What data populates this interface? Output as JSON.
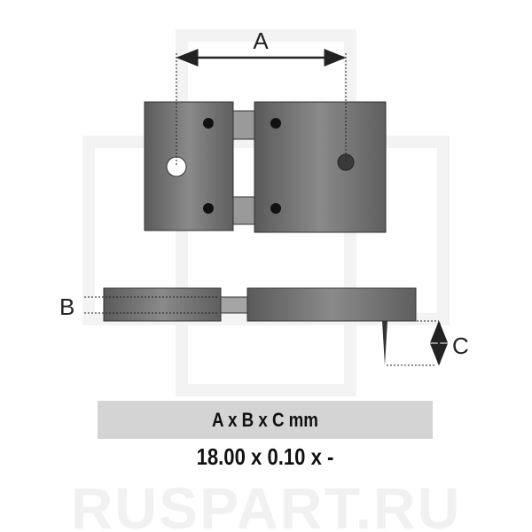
{
  "watermark": "RUSPART.RU",
  "labels": {
    "a": "A",
    "b": "B",
    "c": "C"
  },
  "table": {
    "header": "A x B x C mm",
    "value": "18.00 x 0.10 x -"
  },
  "colors": {
    "plate": "#6e6e6e",
    "band": "#d4d4d4",
    "line": "#222222"
  }
}
